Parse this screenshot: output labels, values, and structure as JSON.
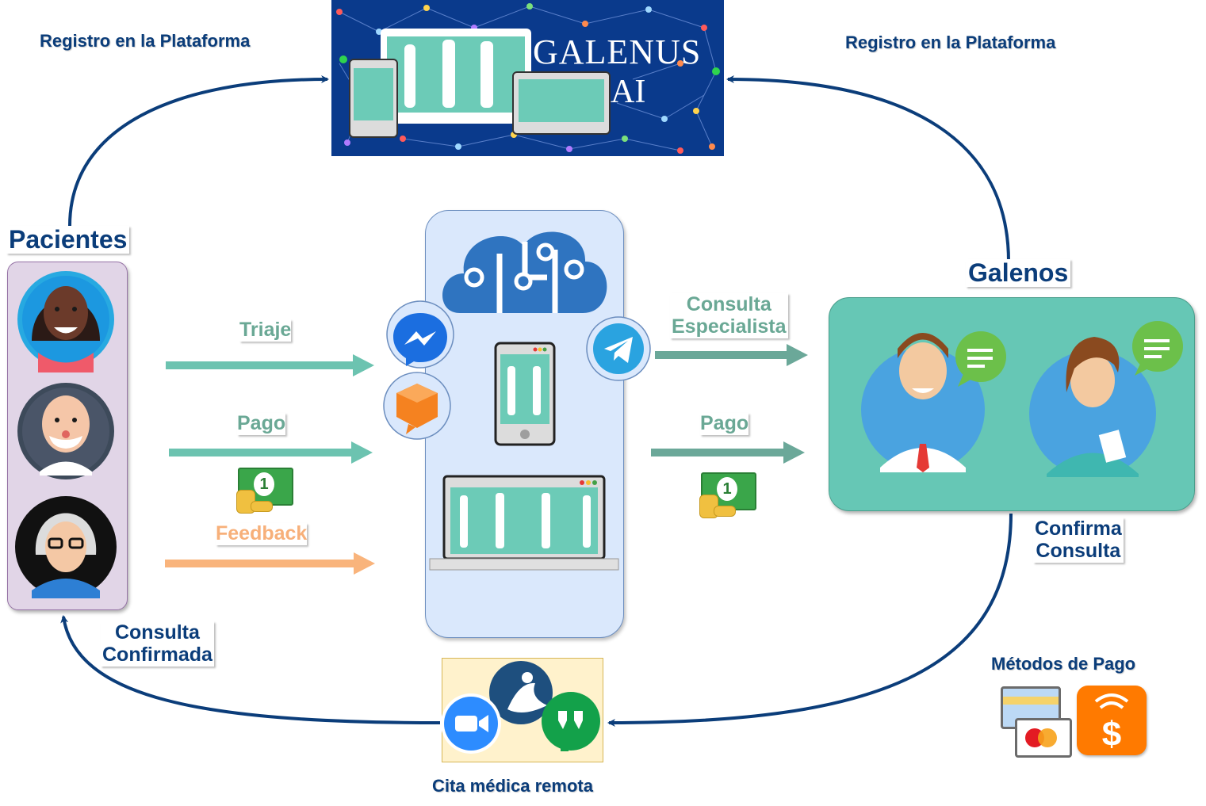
{
  "banner": {
    "brand_line1": "GALENUS",
    "brand_line2": "AI"
  },
  "labels": {
    "registro_left": "Registro en la Plataforma",
    "registro_right": "Registro en la Plataforma",
    "pacientes": "Pacientes",
    "galenos": "Galenos",
    "triaje": "Triaje",
    "pago_left": "Pago",
    "feedback": "Feedback",
    "consulta_especialista_1": "Consulta",
    "consulta_especialista_2": "Especialista",
    "pago_right": "Pago",
    "confirma_consulta_1": "Confirma",
    "confirma_consulta_2": "Consulta",
    "consulta_confirmada_1": "Consulta",
    "consulta_confirmada_2": "Confirmada",
    "metodos_pago": "Métodos de Pago",
    "cita_remota": "Cita médica remota"
  },
  "money_badge": "1",
  "icons": [
    "brain-circuit-icon",
    "messenger-icon",
    "telegram-icon",
    "dialog-cube-icon",
    "zoom-icon",
    "jitsi-icon",
    "hangouts-icon",
    "credit-card-icon",
    "mobile-pay-icon",
    "cash-icon"
  ],
  "colors": {
    "navy": "#0b3d7a",
    "teal_arrow": "#6cc3b0",
    "teal_text": "#6aa895",
    "orange_arrow": "#f9b47c",
    "orange_text": "#f7b07a",
    "lavender_panel": "#e1d5e7",
    "blue_panel": "#dae8fc",
    "teal_panel": "#66c7b5",
    "banner_bg": "#0a3a8c",
    "video_panel": "#fff2cc"
  }
}
